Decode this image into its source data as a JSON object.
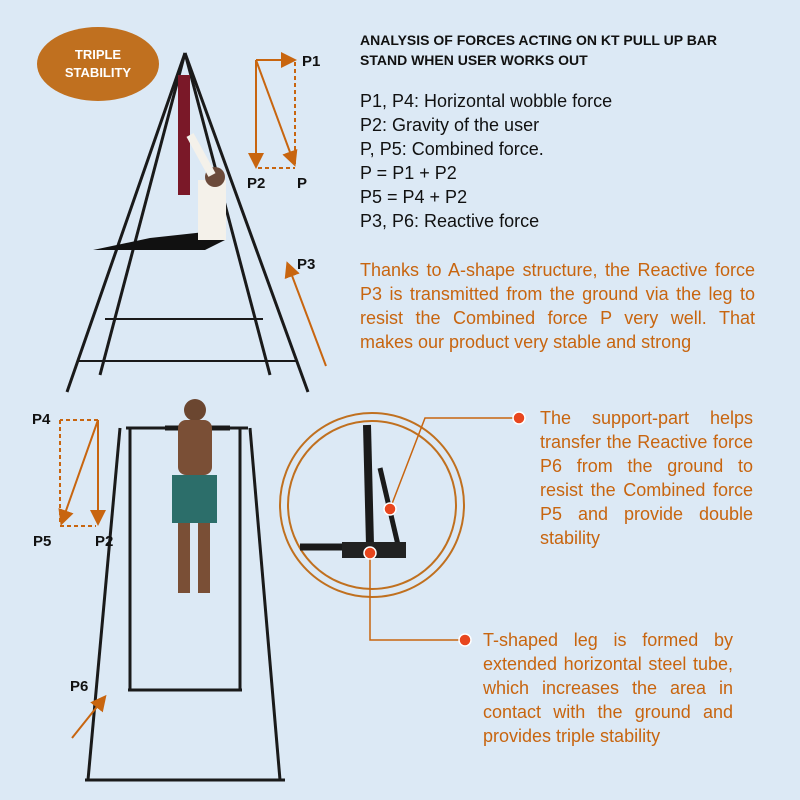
{
  "badge": {
    "line1": "TRIPLE",
    "line2": "STABILITY"
  },
  "title": "ANALYSIS OF FORCES ACTING ON KT PULL UP BAR STAND WHEN USER WORKS OUT",
  "equations": [
    "P1, P4: Horizontal wobble force",
    "P2: Gravity of the user",
    "P, P5: Combined force.",
    "P = P1 + P2",
    "P5 = P4 + P2",
    "P3, P6: Reactive force"
  ],
  "paragraph": "Thanks to A-shape structure, the Reactive force P3 is transmitted from the ground via the leg to resist the Combined force P very well. That makes our product very stable and strong",
  "callout1": "The support-part helps transfer the Reactive force P6 from the ground to resist the Combined force P5 and provide double stability",
  "callout2": "T-shaped leg is formed by extended horizontal steel tube, which increases the area in contact with the ground and provides triple stability",
  "labels": {
    "p1": "P1",
    "p2": "P2",
    "p": "P",
    "p3": "P3",
    "p4": "P4",
    "p5": "P5",
    "p2b": "P2",
    "p6": "P6"
  },
  "colors": {
    "accent": "#c8650f",
    "background": "#dce9f5",
    "marker": "#e8461e"
  }
}
